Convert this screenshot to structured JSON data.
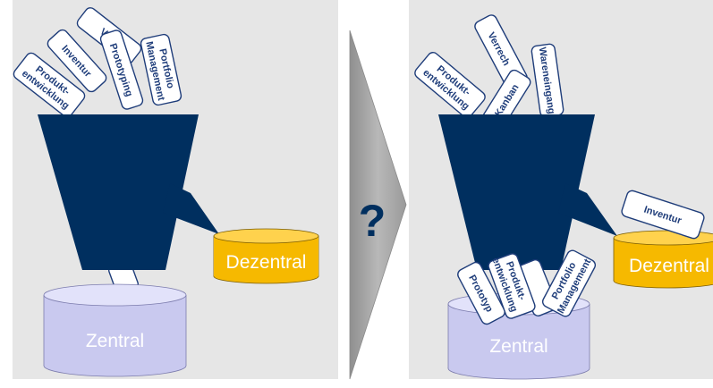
{
  "colors": {
    "panel_background": "#e6e6e6",
    "funnel": "#002f5f",
    "card_text": "#1f3d7a",
    "central_storage": "#c9c9ef",
    "decentral_storage": "#f6b900",
    "arrow": "#a6a6a6",
    "question_mark": "#002f5f"
  },
  "left_panel": {
    "cards": [
      {
        "lines": [
          "Verr"
        ]
      },
      {
        "lines": [
          "Inventur"
        ]
      },
      {
        "lines": [
          "Prototyping"
        ]
      },
      {
        "lines": [
          "Portfolio",
          "Management"
        ]
      },
      {
        "lines": [
          "Produkt-",
          "entwicklung"
        ]
      }
    ],
    "storage_central": {
      "label": "Zentral"
    },
    "storage_decentral": {
      "label": "Dezentral"
    }
  },
  "divider": {
    "question_mark": "?"
  },
  "right_panel": {
    "cards": [
      {
        "lines": [
          "Verrech"
        ]
      },
      {
        "lines": [
          "Wareneingang"
        ]
      },
      {
        "lines": [
          "Kanban"
        ]
      },
      {
        "lines": [
          "Produkt-",
          "entwicklung"
        ]
      },
      {
        "lines": [
          "Inventur"
        ]
      },
      {
        "lines": [
          "Prototyp"
        ]
      },
      {
        "lines": [
          "Produkt-",
          "entwicklung"
        ]
      },
      {
        "lines": [
          "Portfolio",
          "Management"
        ]
      }
    ],
    "storage_central": {
      "label": "Zentral"
    },
    "storage_decentral": {
      "label": "Dezentral"
    }
  }
}
